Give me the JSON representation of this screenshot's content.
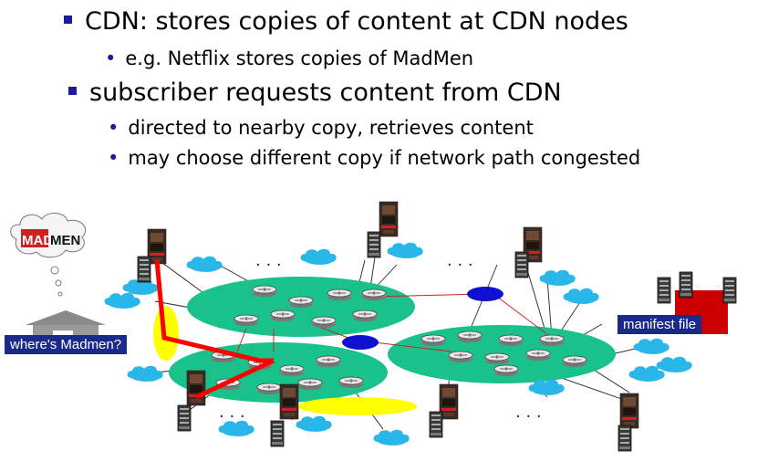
{
  "bullets": [
    {
      "level": 1,
      "text": "CDN: stores copies of content at CDN nodes"
    },
    {
      "level": 2,
      "text": "e.g. Netflix stores copies of MadMen"
    },
    {
      "level": 1,
      "text": "subscriber requests content from CDN"
    },
    {
      "level": 2,
      "text": "directed to nearby copy, retrieves content"
    },
    {
      "level": 2,
      "text": "may choose different copy if network path congested"
    }
  ],
  "diagram": {
    "thought_bubble_logo": {
      "part1": "MAD",
      "part2": "MEN"
    },
    "request_label": "where's Madmen?",
    "manifest_label": "manifest file",
    "ellipsis": "· · ·"
  },
  "colors": {
    "bullet_accent": "#1a1a9a",
    "network_blob": "#19c28a",
    "cloud": "#29b6e8",
    "highlight": "#ffff00",
    "request_path": "#ff0000",
    "label_bg": "#1a2a8a",
    "router_node": "#1010d0"
  }
}
